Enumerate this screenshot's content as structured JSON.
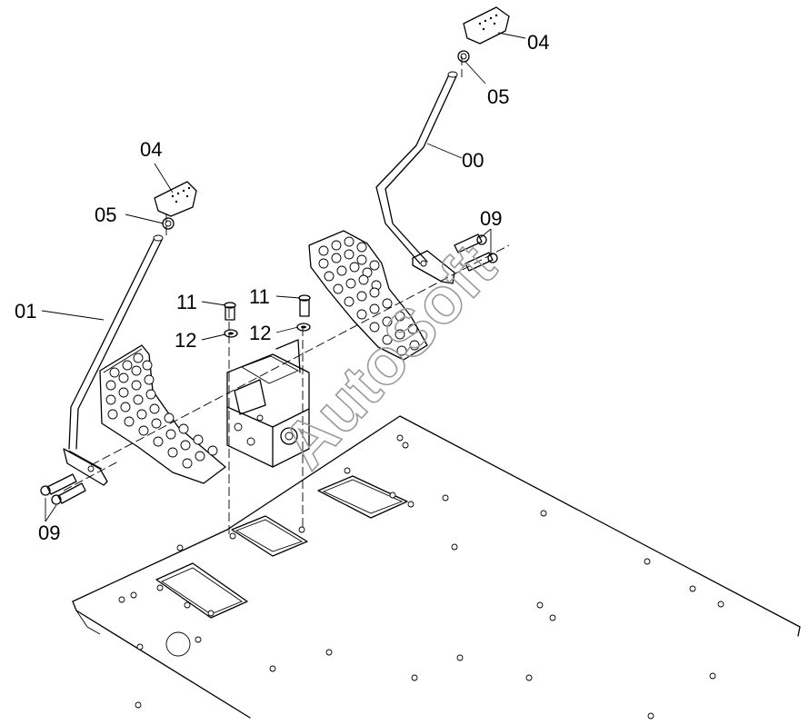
{
  "labels": {
    "lever_right": "00",
    "lever_left": "01",
    "knob_right": "04",
    "knob_left": "04",
    "nut_right": "05",
    "nut_left": "05",
    "bolts_right": "09",
    "bolts_left": "09",
    "bolt_a": "11",
    "bolt_b": "11",
    "washer_a": "12",
    "washer_b": "12"
  },
  "watermark": "AutoSoft"
}
